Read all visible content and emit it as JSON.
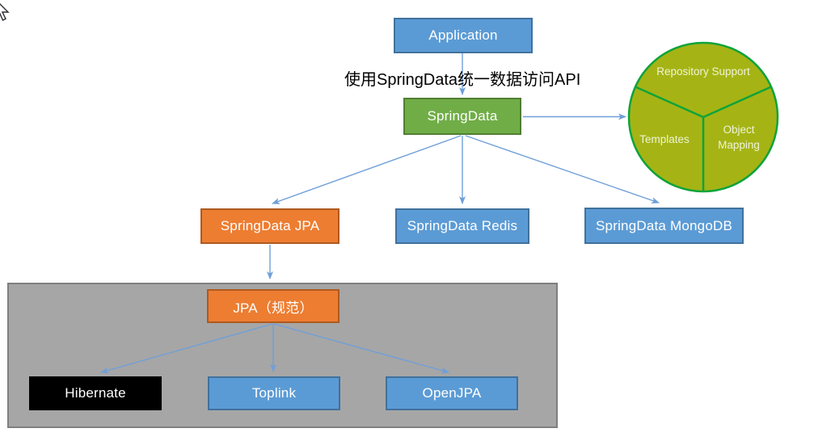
{
  "diagram": {
    "annotation": "使用SpringData统一数据访问API",
    "nodes": {
      "application": "Application",
      "springdata": "SpringData",
      "springdata_jpa": "SpringData JPA",
      "springdata_redis": "SpringData Redis",
      "springdata_mongodb": "SpringData MongoDB",
      "jpa_spec": "JPA（规范）",
      "hibernate": "Hibernate",
      "toplink": "Toplink",
      "openjpa": "OpenJPA"
    },
    "circle": {
      "segment_top": "Repository Support",
      "segment_left": "Templates",
      "segment_right": "Object Mapping"
    },
    "colors": {
      "blue_fill": "#5B9BD5",
      "blue_border": "#41719C",
      "orange_fill": "#ED7D31",
      "orange_border": "#AE5A21",
      "green_fill": "#70AD47",
      "green_border": "#507E32",
      "olive_fill": "#A5B414",
      "olive_border": "#0FA33B",
      "gray_fill": "#A6A6A6",
      "gray_border": "#7F7F7F",
      "black_fill": "#000000",
      "arrow": "#6F9FD8"
    }
  }
}
